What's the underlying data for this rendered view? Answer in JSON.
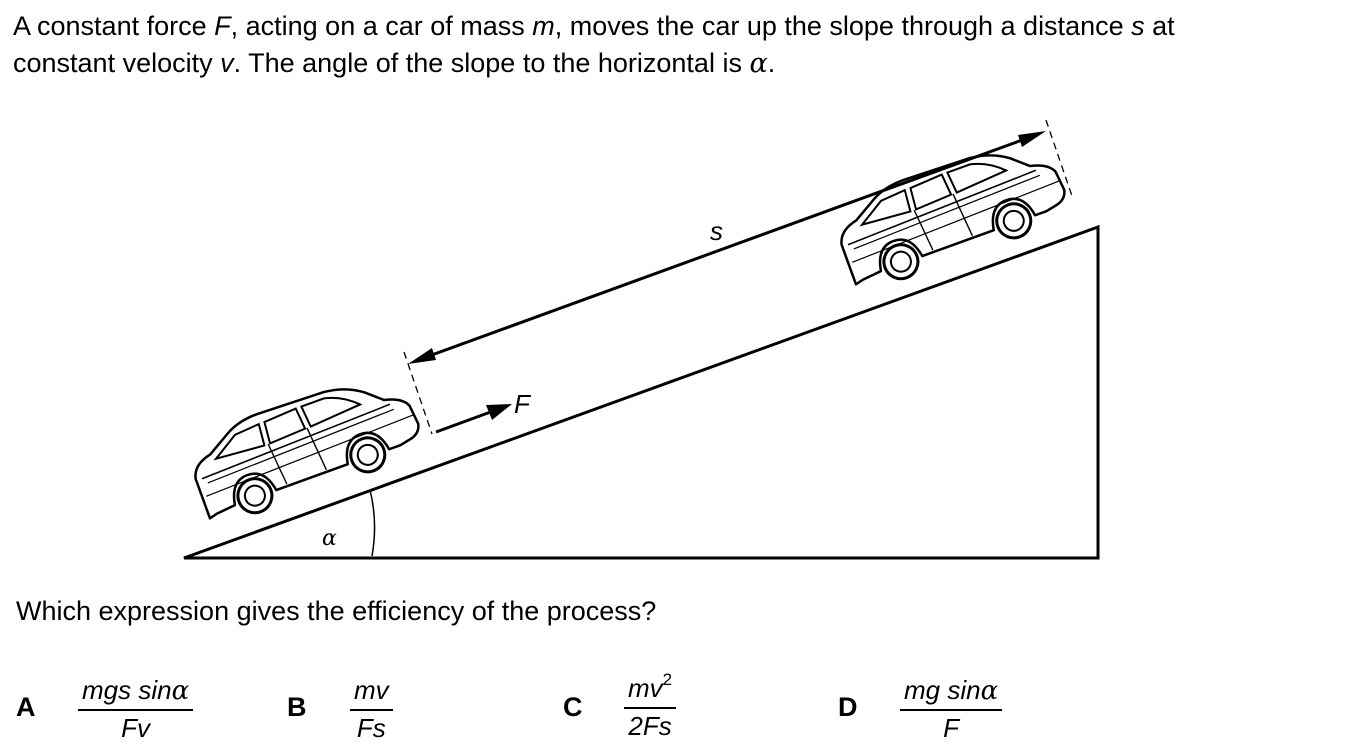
{
  "question": {
    "line1_a": "A constant force ",
    "line1_F": "F",
    "line1_b": ", acting on a car of mass ",
    "line1_m": "m",
    "line1_c": ", moves the car up the slope through a distance ",
    "line1_s": "s",
    "line1_d": " at",
    "line2_a": "constant velocity ",
    "line2_v": "v",
    "line2_b": ". The angle of the slope to the horizontal is ",
    "line2_alpha": "α",
    "line2_c": "."
  },
  "diagram": {
    "label_s": "s",
    "label_F": "F",
    "label_alpha": "α"
  },
  "prompt": "Which expression gives the efficiency of the process?",
  "options": [
    {
      "letter": "A",
      "num_a": "mgs sin",
      "num_alpha": "α",
      "den": "Fv"
    },
    {
      "letter": "B",
      "num": "mv",
      "den": "Fs"
    },
    {
      "letter": "C",
      "num": "mv",
      "num_sup": "2",
      "den": "2Fs"
    },
    {
      "letter": "D",
      "num_a": "mg sin",
      "num_alpha": "α",
      "den": "F"
    }
  ]
}
